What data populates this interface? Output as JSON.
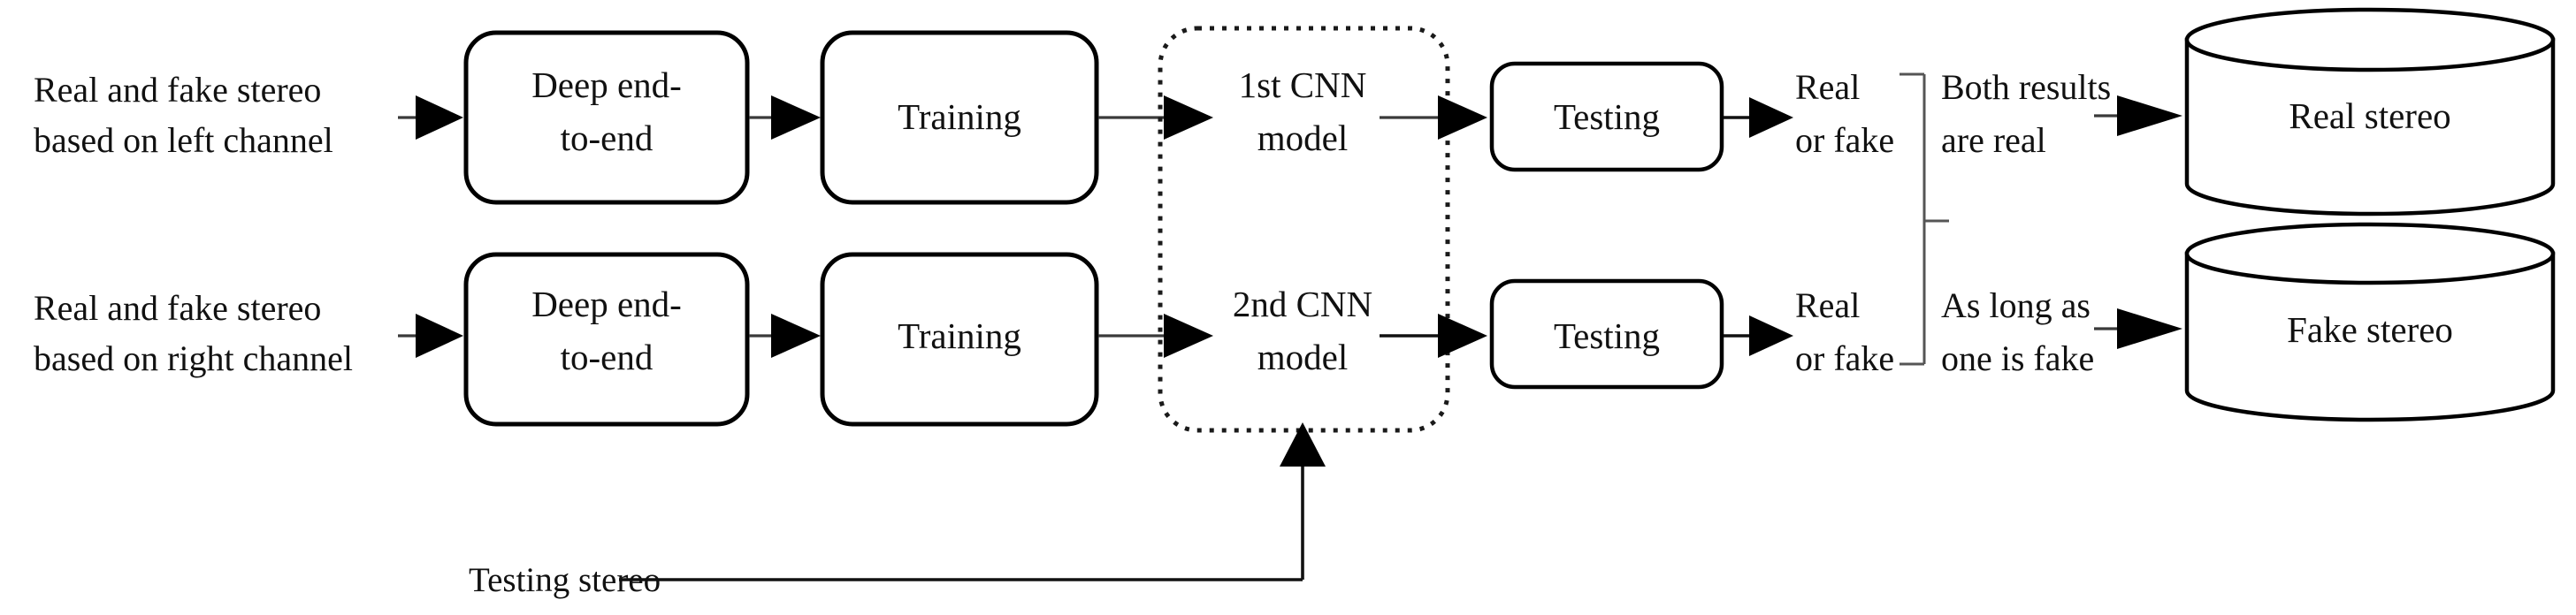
{
  "diagram": {
    "title": "Dual-channel stereo deepfake detection pipeline",
    "colors": {
      "stroke": "#000000",
      "connector": "#3a3a3a",
      "brace": "#555555",
      "background": "#ffffff"
    },
    "rows": [
      {
        "id": "left-channel",
        "input_label_line1": "Real and fake stereo",
        "input_label_line2": "based on left channel",
        "stage_deep": "Deep end-",
        "stage_deep_line2": "to-end",
        "stage_training": "Training",
        "model_line1": "1st CNN",
        "model_line2": "model",
        "stage_testing": "Testing",
        "result_line1": "Real",
        "result_line2": "or fake",
        "decision_line1": "Both results",
        "decision_line2": "are real",
        "store_label": "Real stereo"
      },
      {
        "id": "right-channel",
        "input_label_line1": "Real and fake stereo",
        "input_label_line2": "based on right channel",
        "stage_deep": "Deep end-",
        "stage_deep_line2": "to-end",
        "stage_training": "Training",
        "model_line1": "2nd CNN",
        "model_line2": "model",
        "stage_testing": "Testing",
        "result_line1": "Real",
        "result_line2": "or fake",
        "decision_line1": "As long as",
        "decision_line2": "one is fake",
        "store_label": "Fake stereo"
      }
    ],
    "testing_stereo_label": "Testing stereo"
  }
}
